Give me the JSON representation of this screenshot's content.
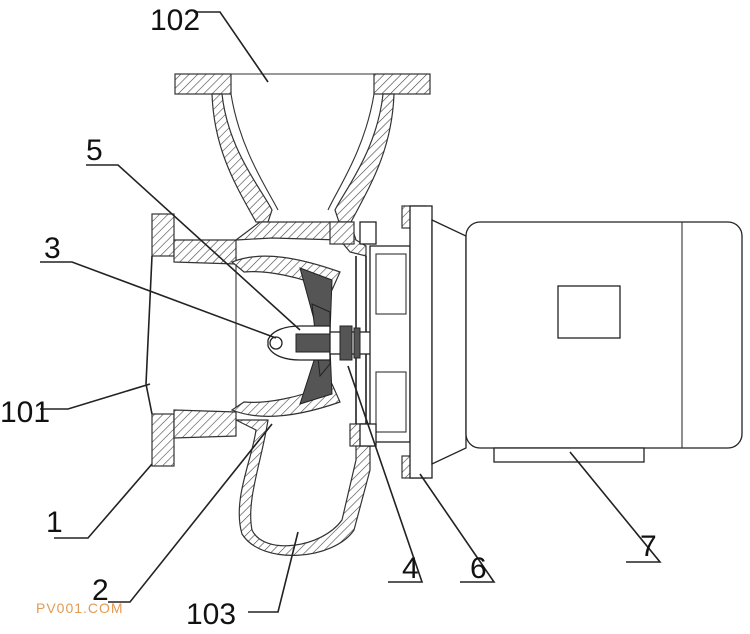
{
  "labels": {
    "l102": "102",
    "l5": "5",
    "l3": "3",
    "l101": "101",
    "l1": "1",
    "l2": "2",
    "l103": "103",
    "l4": "4",
    "l6": "6",
    "l7": "7"
  },
  "watermark": "PV001.COM"
}
